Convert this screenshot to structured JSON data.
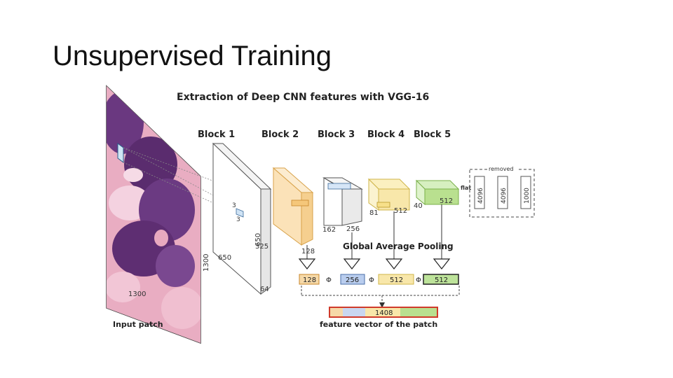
{
  "slide": {
    "title": "Unsupervised Training"
  },
  "figure": {
    "heading": "Extraction of Deep CNN features with VGG-16",
    "block_labels": [
      "Block 1",
      "Block 2",
      "Block 3",
      "Block 4",
      "Block 5"
    ],
    "input": {
      "label": "Input patch",
      "height_label": "1300",
      "width_label": "1300"
    },
    "block1": {
      "kernel_a": "3",
      "kernel_b": "3",
      "height": "650",
      "width": "650",
      "depth": "64"
    },
    "block2": {
      "height": "325",
      "depth": "128"
    },
    "block3": {
      "height": "162",
      "depth": "256"
    },
    "block4": {
      "height": "81",
      "depth": "512"
    },
    "block5": {
      "height": "40",
      "depth": "512"
    },
    "fc": {
      "flat_label": "flat",
      "removed_label": "removed",
      "layers": [
        "4096",
        "4096",
        "1000"
      ]
    },
    "gap_label": "Global Average Pooling",
    "pooled": [
      {
        "value": "128",
        "color": "#f6d9a8"
      },
      {
        "value": "256",
        "color": "#b9cdee"
      },
      {
        "value": "512",
        "color": "#f8e7aa"
      },
      {
        "value": "512",
        "color": "#bde39a"
      }
    ],
    "concat_symbol": "Φ",
    "vector": {
      "value": "1408",
      "label": "feature vector of the patch",
      "border": "#d03a2a"
    },
    "colors": {
      "block2": "#f5c77a",
      "block4": "#f7e08a",
      "block5": "#b9e08f",
      "tissue_dark": "#5e2e72",
      "tissue_pink": "#e6a0b8"
    }
  }
}
